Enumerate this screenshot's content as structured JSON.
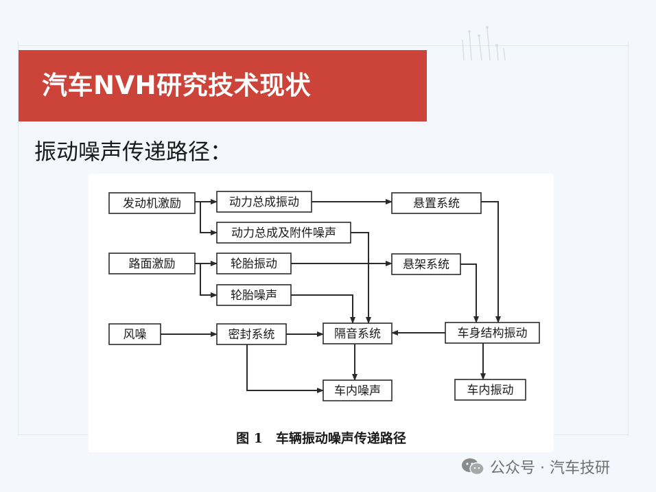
{
  "slide": {
    "title": "汽车NVH研究技术现状",
    "subtitle": "振动噪声传递路径："
  },
  "diagram": {
    "nodes": {
      "engine": "发动机激励",
      "road": "路面激励",
      "wind": "风噪",
      "powertrain_vib": "动力总成振动",
      "powertrain_noise": "动力总成及附件噪声",
      "tire_vib": "轮胎振动",
      "tire_noise": "轮胎噪声",
      "seal": "密封系统",
      "suspension": "悬置系统",
      "susp_frame": "悬架系统",
      "insulation": "隔音系统",
      "body_vib": "车身结构振动",
      "cabin_noise": "车内噪声",
      "cabin_vib": "车内振动"
    },
    "edges": [
      [
        "engine",
        "powertrain_vib"
      ],
      [
        "engine",
        "powertrain_noise"
      ],
      [
        "powertrain_vib",
        "suspension"
      ],
      [
        "suspension",
        "body_vib"
      ],
      [
        "powertrain_noise",
        "insulation"
      ],
      [
        "road",
        "tire_vib"
      ],
      [
        "road",
        "tire_noise"
      ],
      [
        "tire_vib",
        "susp_frame"
      ],
      [
        "susp_frame",
        "body_vib"
      ],
      [
        "tire_noise",
        "insulation"
      ],
      [
        "wind",
        "seal"
      ],
      [
        "seal",
        "insulation"
      ],
      [
        "seal",
        "cabin_noise"
      ],
      [
        "body_vib",
        "insulation"
      ],
      [
        "insulation",
        "cabin_noise"
      ],
      [
        "body_vib",
        "cabin_vib"
      ]
    ],
    "caption": "图 1　车辆振动噪声传递路径"
  },
  "watermark": {
    "icon": "wechat-icon",
    "text": "公众号 · 汽车技研"
  },
  "colors": {
    "title_bar": "#cc4339",
    "background": "#f4f7fb"
  }
}
